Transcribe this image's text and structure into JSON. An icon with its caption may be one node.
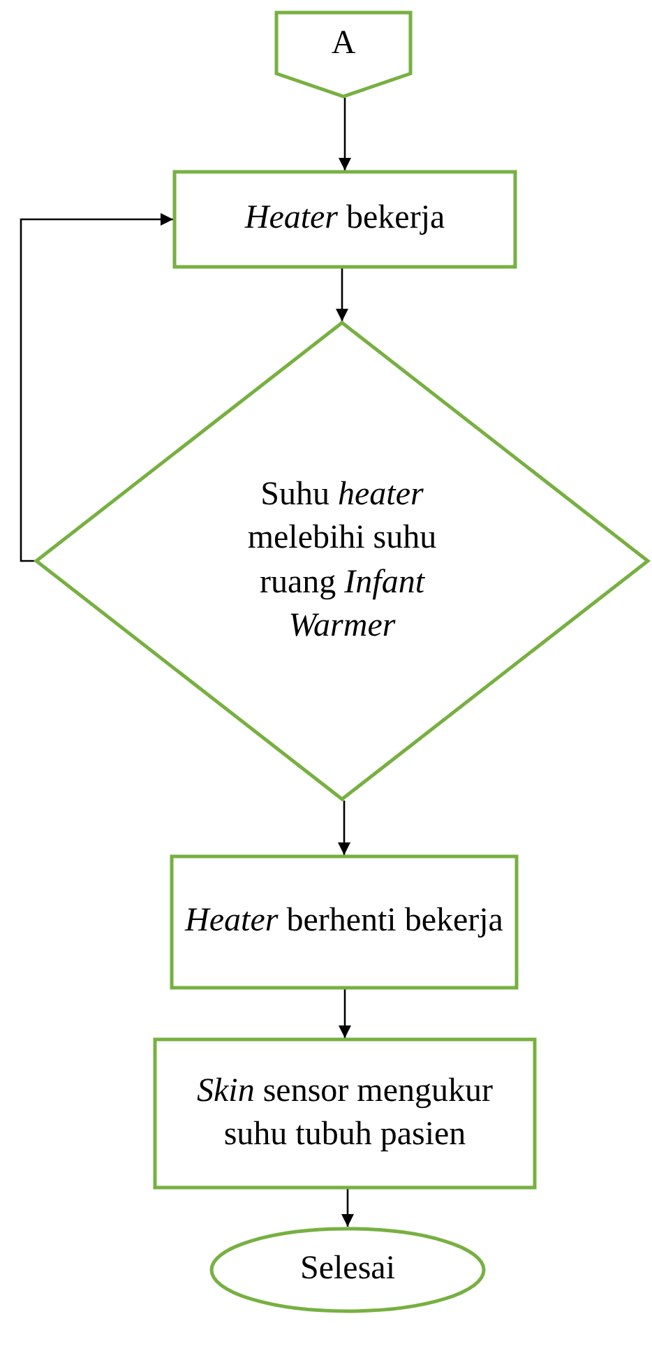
{
  "diagram": {
    "nodes": [
      {
        "text": [
          "A"
        ]
      },
      {
        "text": [
          "*Heater* bekerja"
        ]
      },
      {
        "text": [
          "Suhu *heater* melebihi suhu ruang *Infant Warmer*"
        ]
      },
      {
        "text": [
          "*Heater* berhenti bekerja"
        ]
      },
      {
        "text": [
          "*Skin* sensor mengukur suhu tubuh pasien"
        ]
      },
      {
        "text": [
          "Selesai"
        ]
      }
    ],
    "edges": [
      {
        "from": 0,
        "to": 1,
        "arrow": "to"
      },
      {
        "from": 1,
        "to": 2,
        "arrow": "to"
      },
      {
        "from": 2,
        "to": 3,
        "arrow": "to"
      },
      {
        "from": 3,
        "to": 4,
        "arrow": "to"
      },
      {
        "from": 4,
        "to": 5,
        "arrow": "to"
      },
      {
        "from": 2,
        "to": 1,
        "arrow": "to"
      }
    ]
  }
}
